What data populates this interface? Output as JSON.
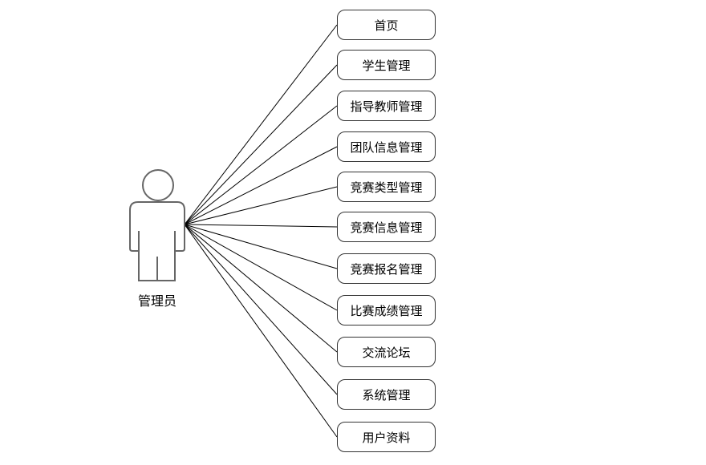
{
  "actor": {
    "label": "管理员"
  },
  "use_cases": [
    {
      "label": "首页"
    },
    {
      "label": "学生管理"
    },
    {
      "label": "指导教师管理"
    },
    {
      "label": "团队信息管理"
    },
    {
      "label": "竞赛类型管理"
    },
    {
      "label": "竞赛信息管理"
    },
    {
      "label": "竞赛报名管理"
    },
    {
      "label": "比赛成绩管理"
    },
    {
      "label": "交流论坛"
    },
    {
      "label": "系统管理"
    },
    {
      "label": "用户资料"
    }
  ],
  "colors": {
    "stroke": "#333333",
    "text": "#000000"
  }
}
